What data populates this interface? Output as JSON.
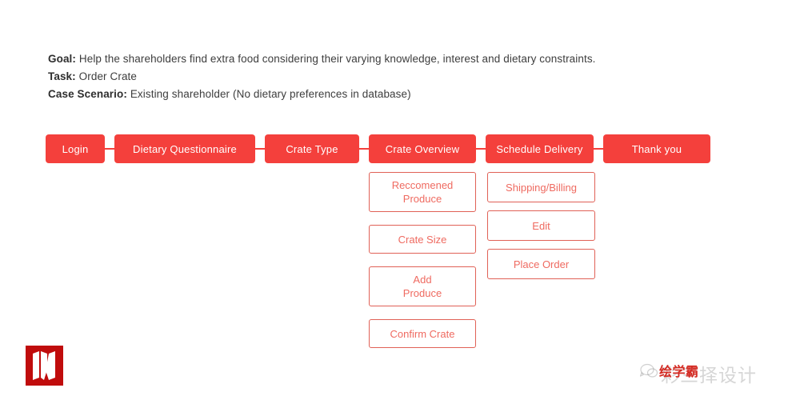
{
  "brief": {
    "lines": [
      {
        "label": "Goal",
        "text": "Help the shareholders find extra food considering their varying knowledge, interest and dietary constraints."
      },
      {
        "label": "Task",
        "text": "Order Crate"
      },
      {
        "label": "Case Scenario",
        "text": "Existing shareholder (No dietary preferences in database)"
      }
    ]
  },
  "flow": {
    "nodes": [
      {
        "label": "Login",
        "width": 74
      },
      {
        "label": "Dietary Questionnaire",
        "width": 176
      },
      {
        "label": "Crate Type",
        "width": 118
      },
      {
        "label": "Crate Overview",
        "width": 134
      },
      {
        "label": "Schedule Delivery",
        "width": 135
      },
      {
        "label": "Thank you",
        "width": 134
      }
    ]
  },
  "substeps": {
    "crate_overview": [
      {
        "label": "Reccomened\nProduce",
        "height": 50,
        "gap": 0
      },
      {
        "label": "Crate Size",
        "height": 36,
        "gap": 16
      },
      {
        "label": "Add\nProduce",
        "height": 50,
        "gap": 16
      },
      {
        "label": "Confirm Crate",
        "height": 36,
        "gap": 16
      }
    ],
    "schedule_delivery": [
      {
        "label": "Shipping/Billing",
        "height": 38,
        "gap": 0
      },
      {
        "label": "Edit",
        "height": 38,
        "gap": 10
      },
      {
        "label": "Place Order",
        "height": 38,
        "gap": 10
      }
    ],
    "left_width": 134,
    "right_width": 135
  },
  "logo": {
    "name": "w-logo"
  },
  "watermark": {
    "red_text": "绘学霸",
    "ghost_text": "彩三择设计"
  },
  "colors": {
    "node_fill": "#f4403c",
    "node_text": "#ffffff",
    "sub_border": "#e06156",
    "sub_text": "#ef6a60",
    "body_text": "#3d3d3d",
    "logo": "#c00c0c",
    "watermark_red": "#d42a22"
  }
}
